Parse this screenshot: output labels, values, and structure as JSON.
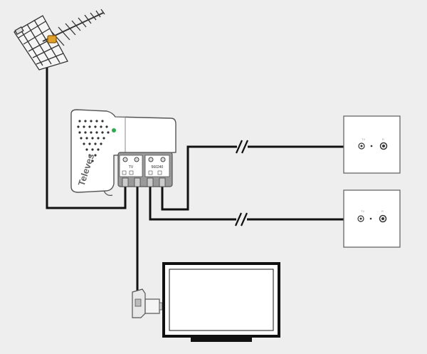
{
  "amplifier": {
    "brand": "Televes",
    "port_tv_label": "TV",
    "port_out_label": "560240"
  },
  "colors": {
    "background": "#eeeeee",
    "cable": "#111111",
    "device_fill": "#ffffff",
    "device_stroke": "#555555",
    "module_fill": "#9a9a9a",
    "led": "#2fa84f",
    "antenna_amp": "#e0a12b"
  },
  "icons": {
    "antenna": "tv-antenna-icon",
    "break": "cable-break-icon",
    "wall_socket": "wall-socket-icon",
    "tv": "television-icon",
    "power_supply": "power-supply-icon"
  }
}
